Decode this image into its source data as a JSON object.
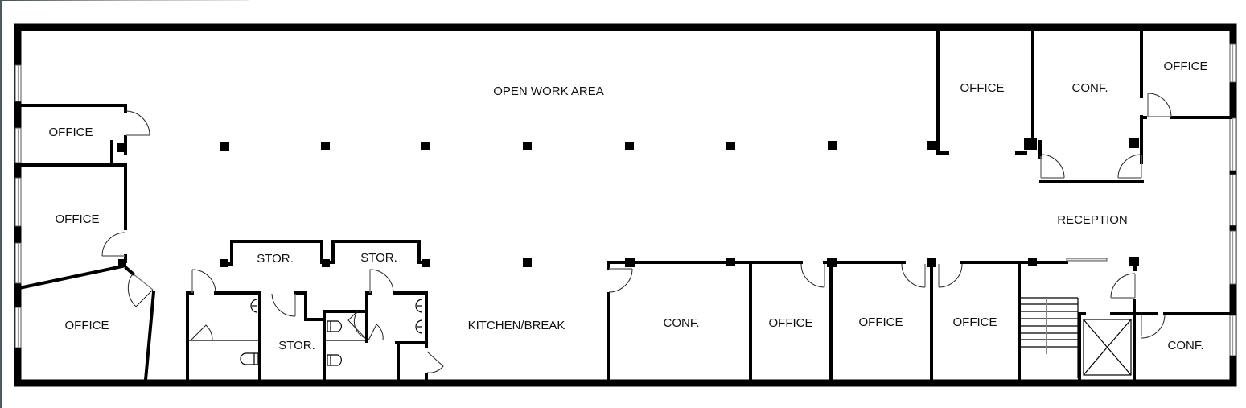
{
  "floor_plan": {
    "colors": {
      "wall": "#000000",
      "background": "#ffffff",
      "label": "#111111",
      "window_line": "#555555"
    },
    "rooms": {
      "open_work_area": "OPEN WORK AREA",
      "office_nw": "OFFICE",
      "office_w_mid": "OFFICE",
      "office_sw": "OFFICE",
      "stor_1": "STOR.",
      "stor_2": "STOR.",
      "stor_3": "STOR.",
      "kitchen": "KITCHEN/BREAK",
      "conf_s1": "CONF.",
      "office_s1": "OFFICE",
      "office_s2": "OFFICE",
      "office_s3": "OFFICE",
      "office_ne1": "OFFICE",
      "conf_ne": "CONF.",
      "office_ne2": "OFFICE",
      "reception": "RECEPTION",
      "conf_se": "CONF."
    },
    "symbols": {
      "columns": 14,
      "stair": "stair-icon",
      "elevator": "elevator-icon",
      "toilets": 6,
      "sinks": 3
    }
  }
}
